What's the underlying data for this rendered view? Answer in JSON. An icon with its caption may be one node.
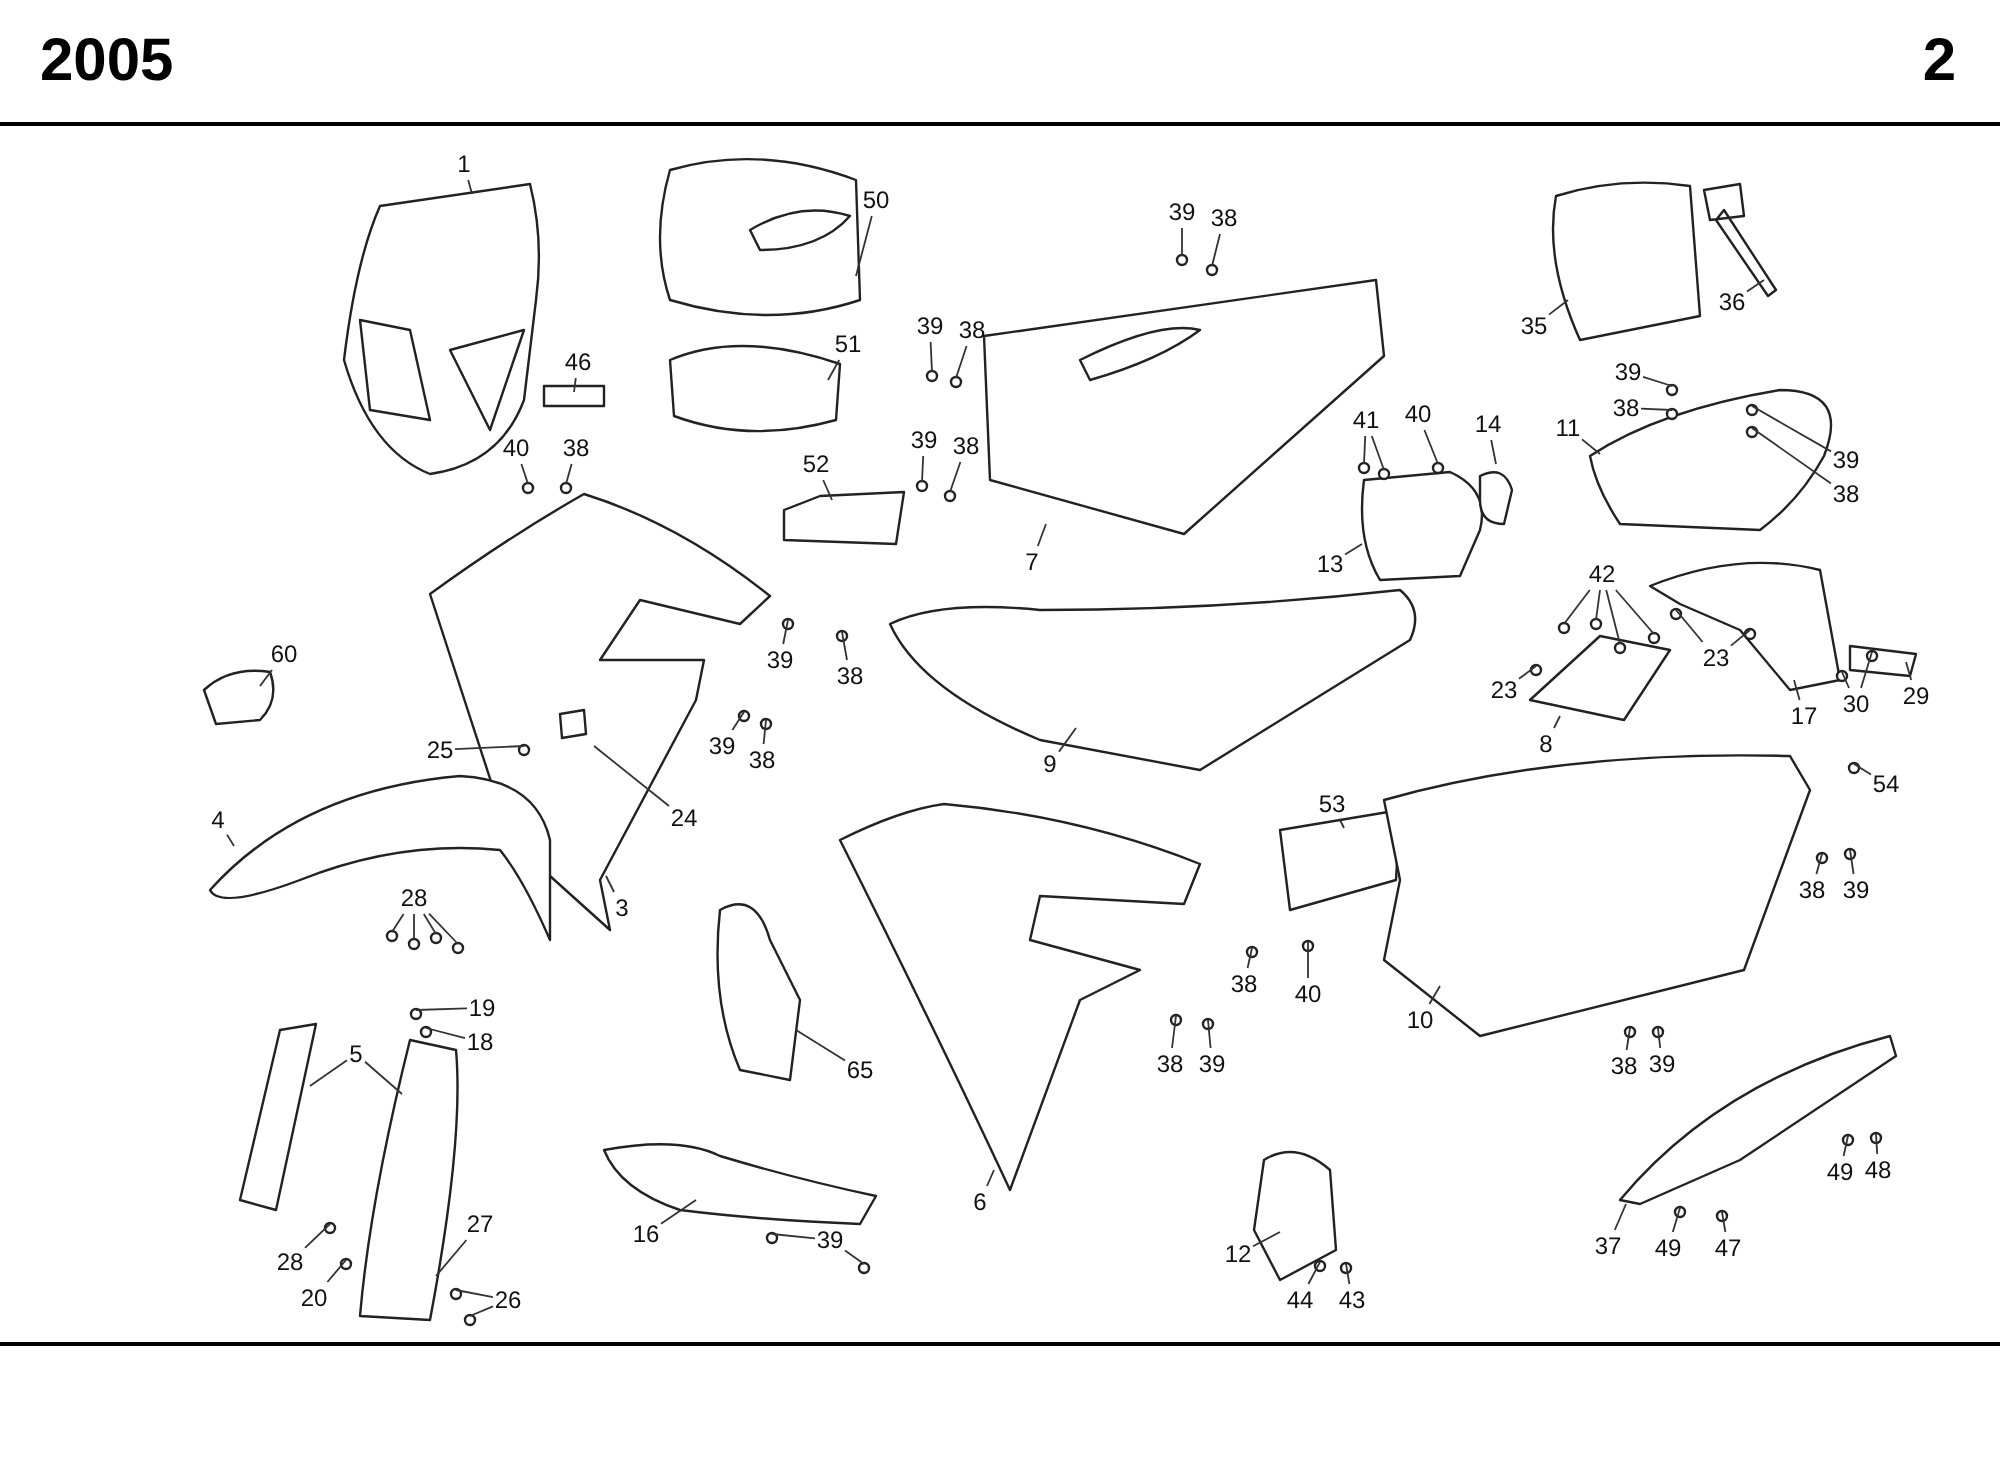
{
  "diagram": {
    "title": "2005",
    "nodes": [
      {
        "text": [
          "1"
        ]
      },
      {
        "text": [
          "50"
        ]
      },
      {
        "text": [
          "46"
        ]
      },
      {
        "text": [
          "51"
        ]
      },
      {
        "text": [
          "39"
        ]
      },
      {
        "text": [
          "38"
        ]
      },
      {
        "text": [
          "40"
        ]
      },
      {
        "text": [
          "38"
        ]
      },
      {
        "text": [
          "39"
        ]
      },
      {
        "text": [
          "38"
        ]
      },
      {
        "text": [
          "39"
        ]
      },
      {
        "text": [
          "38"
        ]
      },
      {
        "text": [
          "52"
        ]
      },
      {
        "text": [
          "7"
        ]
      },
      {
        "text": [
          "41"
        ]
      },
      {
        "text": [
          "40"
        ]
      },
      {
        "text": [
          "14"
        ]
      },
      {
        "text": [
          "13"
        ]
      },
      {
        "text": [
          "35"
        ]
      },
      {
        "text": [
          "36"
        ]
      },
      {
        "text": [
          "39"
        ]
      },
      {
        "text": [
          "38"
        ]
      },
      {
        "text": [
          "11"
        ]
      },
      {
        "text": [
          "39"
        ]
      },
      {
        "text": [
          "38"
        ]
      },
      {
        "text": [
          "60"
        ]
      },
      {
        "text": [
          "39"
        ]
      },
      {
        "text": [
          "38"
        ]
      },
      {
        "text": [
          "42"
        ]
      },
      {
        "text": [
          "23"
        ]
      },
      {
        "text": [
          "23"
        ]
      },
      {
        "text": [
          "39"
        ]
      },
      {
        "text": [
          "38"
        ]
      },
      {
        "text": [
          "30"
        ]
      },
      {
        "text": [
          "29"
        ]
      },
      {
        "text": [
          "17"
        ]
      },
      {
        "text": [
          "8"
        ]
      },
      {
        "text": [
          "9"
        ]
      },
      {
        "text": [
          "25"
        ]
      },
      {
        "text": [
          "24"
        ]
      },
      {
        "text": [
          "54"
        ]
      },
      {
        "text": [
          "53"
        ]
      },
      {
        "text": [
          "4"
        ]
      },
      {
        "text": [
          "3"
        ]
      },
      {
        "text": [
          "28"
        ]
      },
      {
        "text": [
          "38"
        ]
      },
      {
        "text": [
          "39"
        ]
      },
      {
        "text": [
          "19"
        ]
      },
      {
        "text": [
          "18"
        ]
      },
      {
        "text": [
          "38"
        ]
      },
      {
        "text": [
          "40"
        ]
      },
      {
        "text": [
          "10"
        ]
      },
      {
        "text": [
          "5"
        ]
      },
      {
        "text": [
          "65"
        ]
      },
      {
        "text": [
          "38"
        ]
      },
      {
        "text": [
          "39"
        ]
      },
      {
        "text": [
          "38"
        ]
      },
      {
        "text": [
          "39"
        ]
      },
      {
        "text": [
          "6"
        ]
      },
      {
        "text": [
          "16"
        ]
      },
      {
        "text": [
          "39"
        ]
      },
      {
        "text": [
          "27"
        ]
      },
      {
        "text": [
          "28"
        ]
      },
      {
        "text": [
          "20"
        ]
      },
      {
        "text": [
          "26"
        ]
      },
      {
        "text": [
          "12"
        ]
      },
      {
        "text": [
          "44"
        ]
      },
      {
        "text": [
          "43"
        ]
      },
      {
        "text": [
          "37"
        ]
      },
      {
        "text": [
          "49"
        ]
      },
      {
        "text": [
          "48"
        ]
      },
      {
        "text": [
          "49"
        ]
      },
      {
        "text": [
          "47"
        ]
      }
    ],
    "edges": [
      {
        "from": 0,
        "to": null,
        "arrow": "none"
      },
      {
        "from": 1,
        "to": null,
        "arrow": "none"
      },
      {
        "from": 2,
        "to": null,
        "arrow": "none"
      },
      {
        "from": 3,
        "to": null,
        "arrow": "none"
      },
      {
        "from": 4,
        "to": null,
        "arrow": "none"
      },
      {
        "from": 5,
        "to": null,
        "arrow": "none"
      },
      {
        "from": 6,
        "to": null,
        "arrow": "none"
      },
      {
        "from": 7,
        "to": null,
        "arrow": "none"
      },
      {
        "from": 8,
        "to": null,
        "arrow": "none"
      },
      {
        "from": 9,
        "to": null,
        "arrow": "none"
      },
      {
        "from": 10,
        "to": null,
        "arrow": "none"
      },
      {
        "from": 11,
        "to": null,
        "arrow": "none"
      },
      {
        "from": 12,
        "to": null,
        "arrow": "none"
      },
      {
        "from": 13,
        "to": null,
        "arrow": "none"
      },
      {
        "from": 14,
        "to": null,
        "arrow": "none"
      },
      {
        "from": 14,
        "to": null,
        "arrow": "none"
      },
      {
        "from": 15,
        "to": null,
        "arrow": "none"
      },
      {
        "from": 16,
        "to": null,
        "arrow": "none"
      },
      {
        "from": 17,
        "to": null,
        "arrow": "none"
      },
      {
        "from": 18,
        "to": null,
        "arrow": "none"
      },
      {
        "from": 19,
        "to": null,
        "arrow": "none"
      },
      {
        "from": 20,
        "to": null,
        "arrow": "none"
      },
      {
        "from": 21,
        "to": null,
        "arrow": "none"
      },
      {
        "from": 22,
        "to": null,
        "arrow": "none"
      },
      {
        "from": 23,
        "to": null,
        "arrow": "none"
      },
      {
        "from": 24,
        "to": null,
        "arrow": "none"
      },
      {
        "from": 25,
        "to": null,
        "arrow": "none"
      },
      {
        "from": 26,
        "to": null,
        "arrow": "none"
      },
      {
        "from": 27,
        "to": null,
        "arrow": "none"
      },
      {
        "from": 28,
        "to": null,
        "arrow": "none"
      },
      {
        "from": 28,
        "to": null,
        "arrow": "none"
      },
      {
        "from": 28,
        "to": null,
        "arrow": "none"
      },
      {
        "from": 28,
        "to": null,
        "arrow": "none"
      },
      {
        "from": 29,
        "to": null,
        "arrow": "none"
      },
      {
        "from": 29,
        "to": null,
        "arrow": "none"
      },
      {
        "from": 30,
        "to": null,
        "arrow": "none"
      },
      {
        "from": 31,
        "to": null,
        "arrow": "none"
      },
      {
        "from": 32,
        "to": null,
        "arrow": "none"
      },
      {
        "from": 33,
        "to": null,
        "arrow": "none"
      },
      {
        "from": 33,
        "to": null,
        "arrow": "none"
      },
      {
        "from": 34,
        "to": null,
        "arrow": "none"
      },
      {
        "from": 35,
        "to": null,
        "arrow": "none"
      },
      {
        "from": 36,
        "to": null,
        "arrow": "none"
      },
      {
        "from": 37,
        "to": null,
        "arrow": "none"
      },
      {
        "from": 38,
        "to": null,
        "arrow": "none"
      },
      {
        "from": 39,
        "to": null,
        "arrow": "none"
      },
      {
        "from": 40,
        "to": null,
        "arrow": "none"
      },
      {
        "from": 41,
        "to": null,
        "arrow": "none"
      },
      {
        "from": 42,
        "to": null,
        "arrow": "none"
      },
      {
        "from": 43,
        "to": null,
        "arrow": "none"
      },
      {
        "from": 44,
        "to": null,
        "arrow": "none"
      },
      {
        "from": 44,
        "to": null,
        "arrow": "none"
      },
      {
        "from": 44,
        "to": null,
        "arrow": "none"
      },
      {
        "from": 44,
        "to": null,
        "arrow": "none"
      },
      {
        "from": 45,
        "to": null,
        "arrow": "none"
      },
      {
        "from": 46,
        "to": null,
        "arrow": "none"
      },
      {
        "from": 47,
        "to": null,
        "arrow": "none"
      },
      {
        "from": 48,
        "to": null,
        "arrow": "none"
      },
      {
        "from": 49,
        "to": null,
        "arrow": "none"
      },
      {
        "from": 50,
        "to": null,
        "arrow": "none"
      },
      {
        "from": 51,
        "to": null,
        "arrow": "none"
      },
      {
        "from": 52,
        "to": null,
        "arrow": "none"
      },
      {
        "from": 52,
        "to": null,
        "arrow": "none"
      },
      {
        "from": 53,
        "to": null,
        "arrow": "none"
      },
      {
        "from": 54,
        "to": null,
        "arrow": "none"
      },
      {
        "from": 55,
        "to": null,
        "arrow": "none"
      },
      {
        "from": 56,
        "to": null,
        "arrow": "none"
      },
      {
        "from": 57,
        "to": null,
        "arrow": "none"
      },
      {
        "from": 58,
        "to": null,
        "arrow": "none"
      },
      {
        "from": 59,
        "to": null,
        "arrow": "none"
      },
      {
        "from": 60,
        "to": null,
        "arrow": "none"
      },
      {
        "from": 60,
        "to": null,
        "arrow": "none"
      },
      {
        "from": 61,
        "to": null,
        "arrow": "none"
      },
      {
        "from": 62,
        "to": null,
        "arrow": "none"
      },
      {
        "from": 63,
        "to": null,
        "arrow": "none"
      },
      {
        "from": 64,
        "to": null,
        "arrow": "none"
      },
      {
        "from": 64,
        "to": null,
        "arrow": "none"
      },
      {
        "from": 65,
        "to": null,
        "arrow": "none"
      },
      {
        "from": 66,
        "to": null,
        "arrow": "none"
      },
      {
        "from": 67,
        "to": null,
        "arrow": "none"
      },
      {
        "from": 68,
        "to": null,
        "arrow": "none"
      },
      {
        "from": 69,
        "to": null,
        "arrow": "none"
      },
      {
        "from": 70,
        "to": null,
        "arrow": "none"
      },
      {
        "from": 71,
        "to": null,
        "arrow": "none"
      },
      {
        "from": 72,
        "to": null,
        "arrow": "none"
      }
    ],
    "labels": [
      "2"
    ]
  }
}
